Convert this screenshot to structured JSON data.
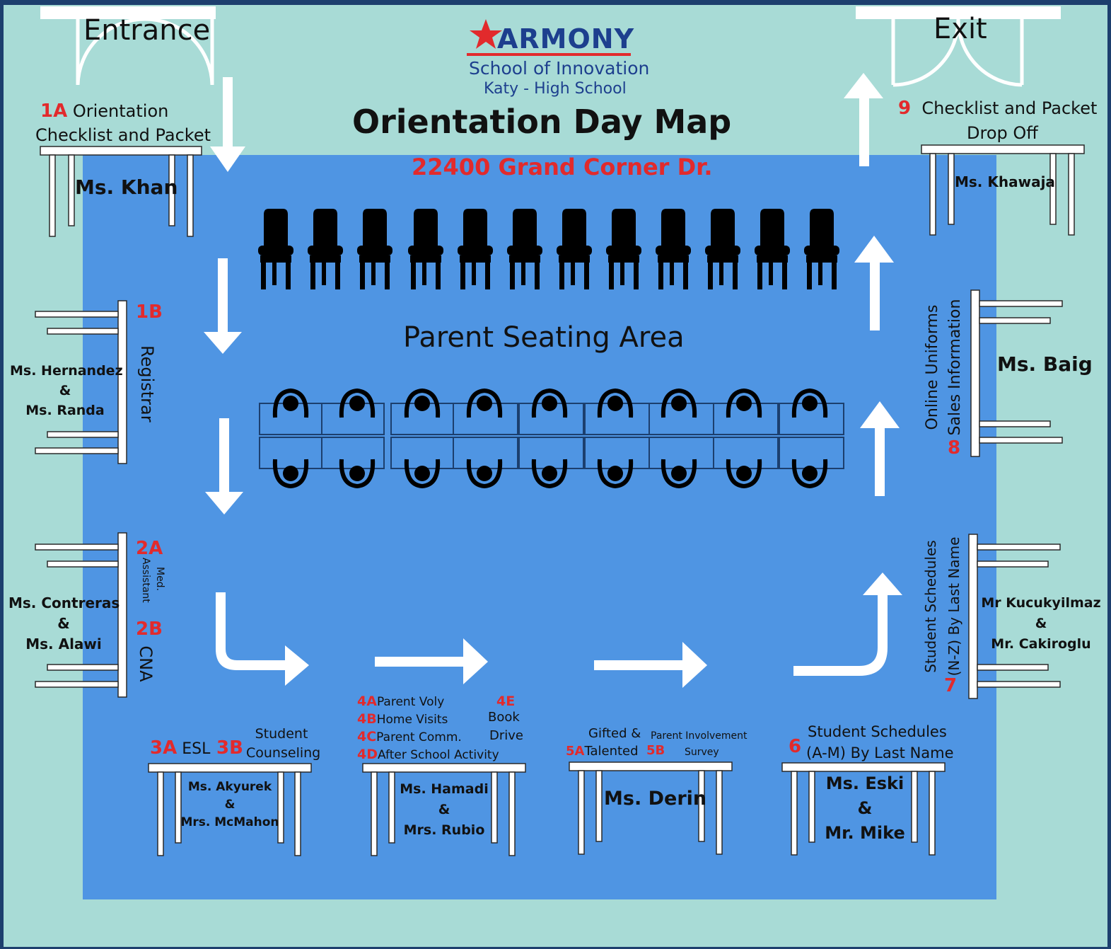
{
  "colors": {
    "frame": "#1d3f6e",
    "outer": "#a8dbd6",
    "hall": "#4f95e3",
    "red": "#e22a2c",
    "navy": "#1d3f8e"
  },
  "header": {
    "logo_word": "ARMONY",
    "logo_sub1": "School of Innovation",
    "logo_sub2": "Katy - High School",
    "title": "Orientation Day Map",
    "address": "22400 Grand Corner Dr."
  },
  "doors": {
    "entrance": "Entrance",
    "exit": "Exit"
  },
  "hall_label": "Parent Seating Area",
  "stations": {
    "s1a": {
      "num": "1A",
      "line1": "Orientation",
      "line2": "Checklist and Packet",
      "staff": "Ms. Khan"
    },
    "s1b": {
      "num": "1B",
      "role": "Registrar",
      "staff1": "Ms. Hernandez",
      "amp": "&",
      "staff2": "Ms. Randa"
    },
    "s2": {
      "num_a": "2A",
      "role_a1": "Med.",
      "role_a2": "Assistant",
      "num_b": "2B",
      "role_b": "CNA",
      "staff1": "Ms. Contreras",
      "amp": "&",
      "staff2": "Ms. Alawi"
    },
    "s3": {
      "num_a": "3A",
      "role_a": "ESL",
      "num_b": "3B",
      "role_b1": "Student",
      "role_b2": "Counseling",
      "staff1": "Ms. Akyurek",
      "amp": "&",
      "staff2": "Mrs. McMahon"
    },
    "s4": {
      "a_num": "4A",
      "a": "Parent Voly",
      "b_num": "4B",
      "b": "Home Visits",
      "c_num": "4C",
      "c": "Parent Comm.",
      "d_num": "4D",
      "d": "After School Activity",
      "e_num": "4E",
      "e1": "Book",
      "e2": "Drive",
      "staff1": "Ms. Hamadi",
      "amp": "&",
      "staff2": "Mrs. Rubio"
    },
    "s5": {
      "a_num": "5A",
      "a1": "Gifted &",
      "a2": "Talented",
      "b_num": "5B",
      "b1": "Parent Involvement",
      "b2": "Survey",
      "staff": "Ms. Derin"
    },
    "s6": {
      "num": "6",
      "line1": "Student Schedules",
      "line2": "(A-M) By Last Name",
      "staff1": "Ms. Eski",
      "amp": "&",
      "staff2": "Mr. Mike"
    },
    "s7": {
      "num": "7",
      "line1": "Student Schedules",
      "line2": "(N-Z) By Last Name",
      "staff1": "Mr Kucukyilmaz",
      "amp": "&",
      "staff2": "Mr. Cakiroglu"
    },
    "s8": {
      "num": "8",
      "line1": "Online Uniforms",
      "line2": "Sales Information",
      "staff": "Ms. Baig"
    },
    "s9": {
      "num": "9",
      "line1": "Checklist and Packet",
      "line2": "Drop Off",
      "staff": "Ms. Khawaja"
    }
  }
}
